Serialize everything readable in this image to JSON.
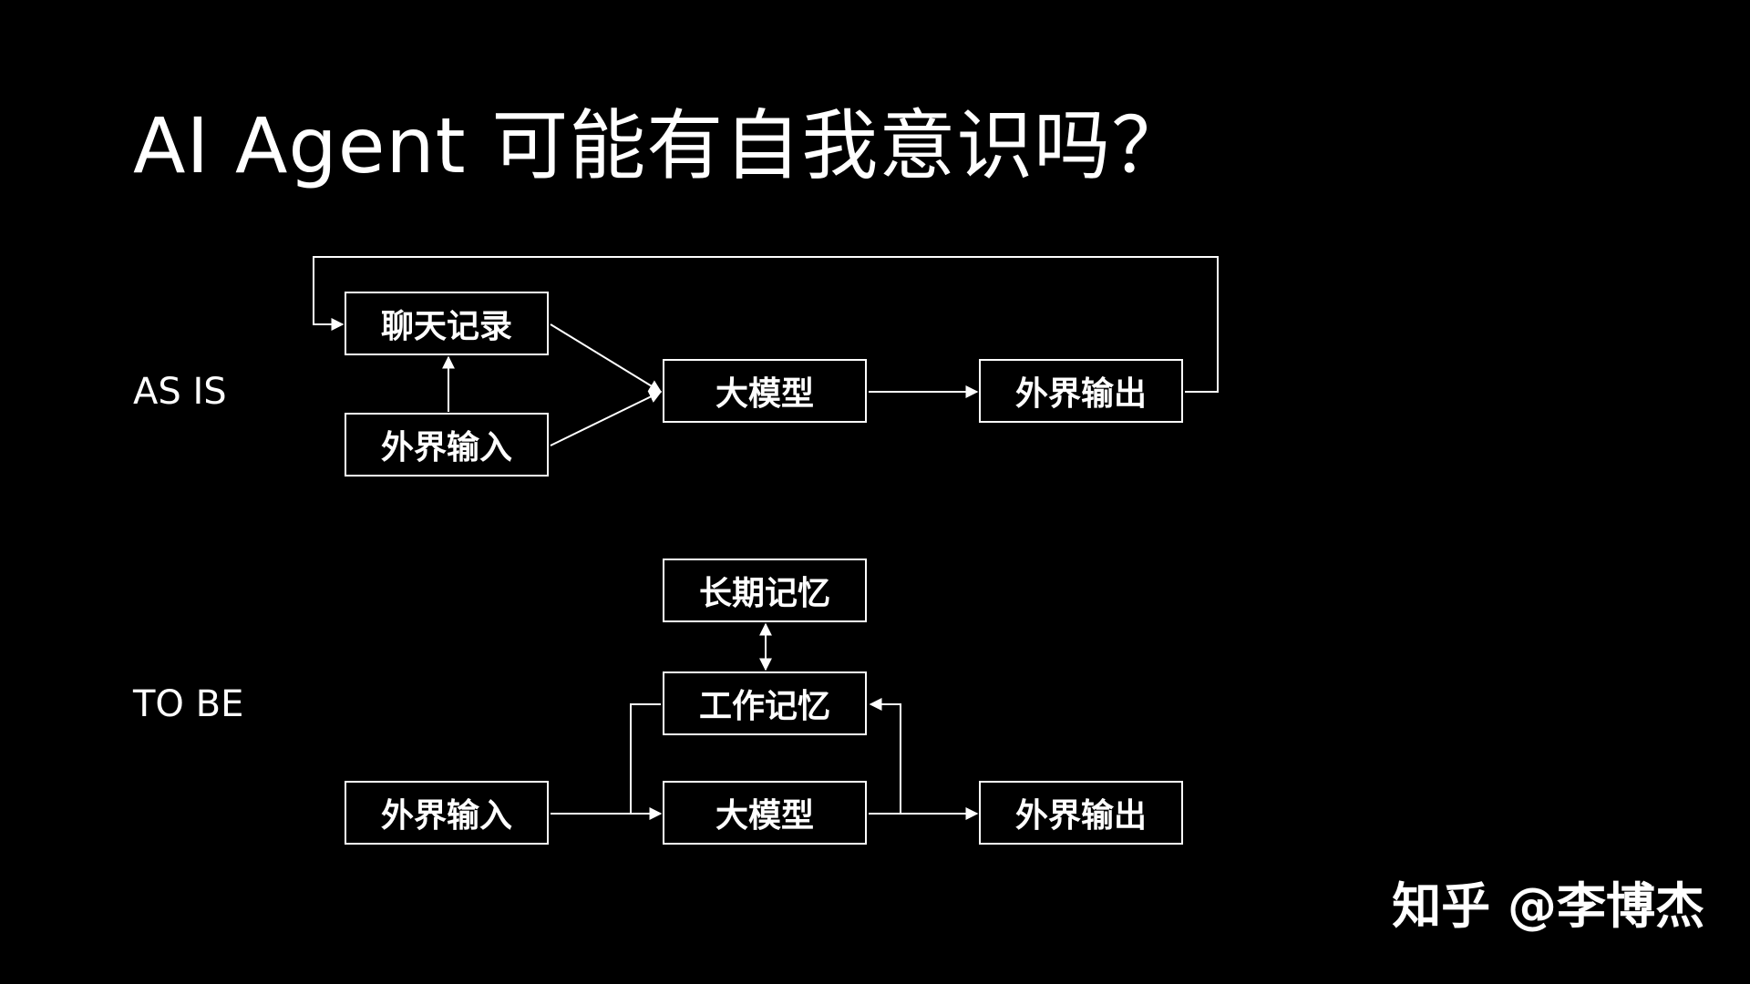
{
  "title": "AI Agent 可能有自我意识吗？",
  "as_is": {
    "label": "AS IS",
    "nodes": {
      "chat_history": "聊天记录",
      "external_input": "外界输入",
      "llm": "大模型",
      "external_output": "外界输出"
    }
  },
  "to_be": {
    "label": "TO BE",
    "nodes": {
      "long_term_memory": "长期记忆",
      "working_memory": "工作记忆",
      "external_input": "外界输入",
      "llm": "大模型",
      "external_output": "外界输出"
    }
  },
  "watermark": "知乎 @李博杰"
}
